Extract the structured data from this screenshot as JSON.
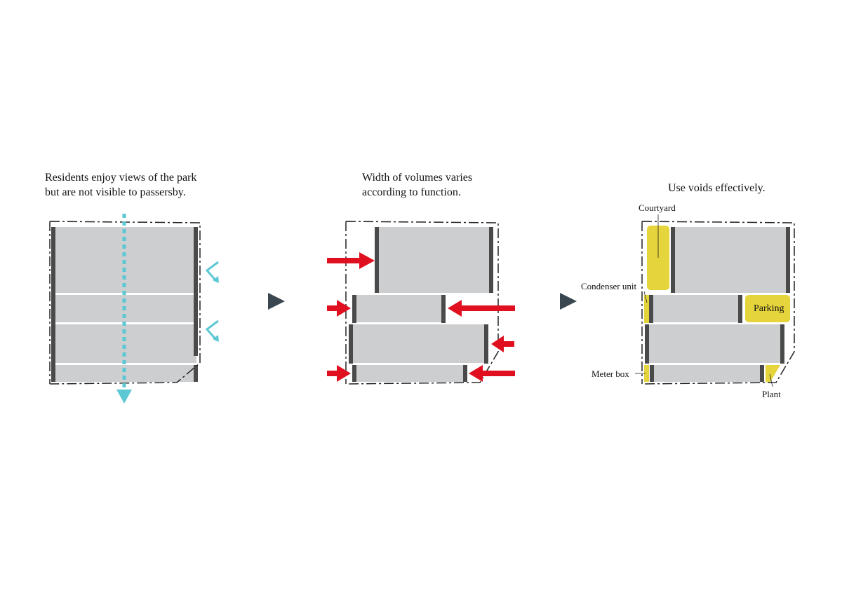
{
  "colors": {
    "volume": "#ccced0",
    "wall": "#4a4a4a",
    "view_arrow": "#5cc8d4",
    "width_arrow": "#e01020",
    "void": "#e6d43c",
    "step_triangle": "#3a4750",
    "boundary": "#222222"
  },
  "panels": [
    {
      "caption_line1": "Residents enjoy views of the park",
      "caption_line2": "but are not visible to passersby."
    },
    {
      "caption_line1": "Width of volumes varies",
      "caption_line2": "according to function."
    },
    {
      "caption_line1": "Use voids effectively.",
      "labels": {
        "courtyard": "Courtyard",
        "condenser": "Condenser unit",
        "parking": "Parking",
        "meter": "Meter box",
        "plant": "Plant"
      }
    }
  ],
  "step_icons": [
    "triangle-right-icon",
    "triangle-right-icon"
  ]
}
